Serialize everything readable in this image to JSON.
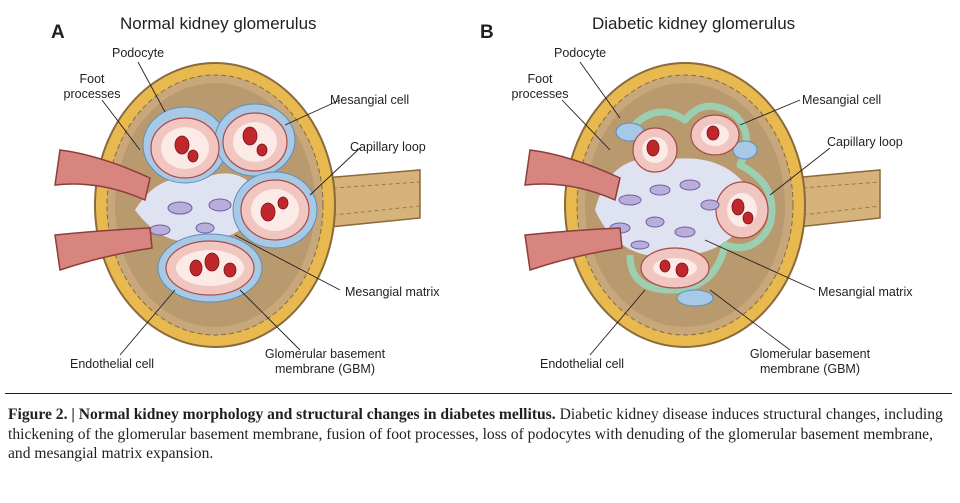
{
  "panels": [
    {
      "letter": "A",
      "title": "Normal kidney glomerulus",
      "labels": {
        "podocyte": "Podocyte",
        "foot_processes_1": "Foot",
        "foot_processes_2": "processes",
        "mesangial_cell": "Mesangial cell",
        "capillary_loop": "Capillary loop",
        "mesangial_matrix": "Mesangial matrix",
        "endothelial_cell": "Endothelial cell",
        "gbm_1": "Glomerular basement",
        "gbm_2": "membrane (GBM)"
      }
    },
    {
      "letter": "B",
      "title": "Diabetic kidney glomerulus",
      "labels": {
        "podocyte": "Podocyte",
        "foot_processes_1": "Foot",
        "foot_processes_2": "processes",
        "mesangial_cell": "Mesangial cell",
        "capillary_loop": "Capillary loop",
        "mesangial_matrix": "Mesangial matrix",
        "endothelial_cell": "Endothelial cell",
        "gbm_1": "Glomerular basement",
        "gbm_2": "membrane (GBM)"
      }
    }
  ],
  "caption": {
    "figure_label": "Figure 2. | Normal kidney morphology and structural changes in diabetes mellitus.",
    "text": "Diabetic kidney disease induces structural changes, including thickening of the glomerular basement membrane, fusion of foot processes, loss of podocytes with denuding of the glomerular basement membrane, and mesangial matrix expansion."
  },
  "colors": {
    "capsule": "#e8b94f",
    "capsule_inner": "#c8a77a",
    "bowman_space": "#b99a6e",
    "matrix": "#dfe3f1",
    "mesangial_cell": "#b8addb",
    "capillary_wall": "#f2c6c0",
    "rbc": "#c0272d",
    "podocyte": "#a7c9e6",
    "gbm_thick": "#9ccfb2",
    "vessel": "#d8847f"
  }
}
